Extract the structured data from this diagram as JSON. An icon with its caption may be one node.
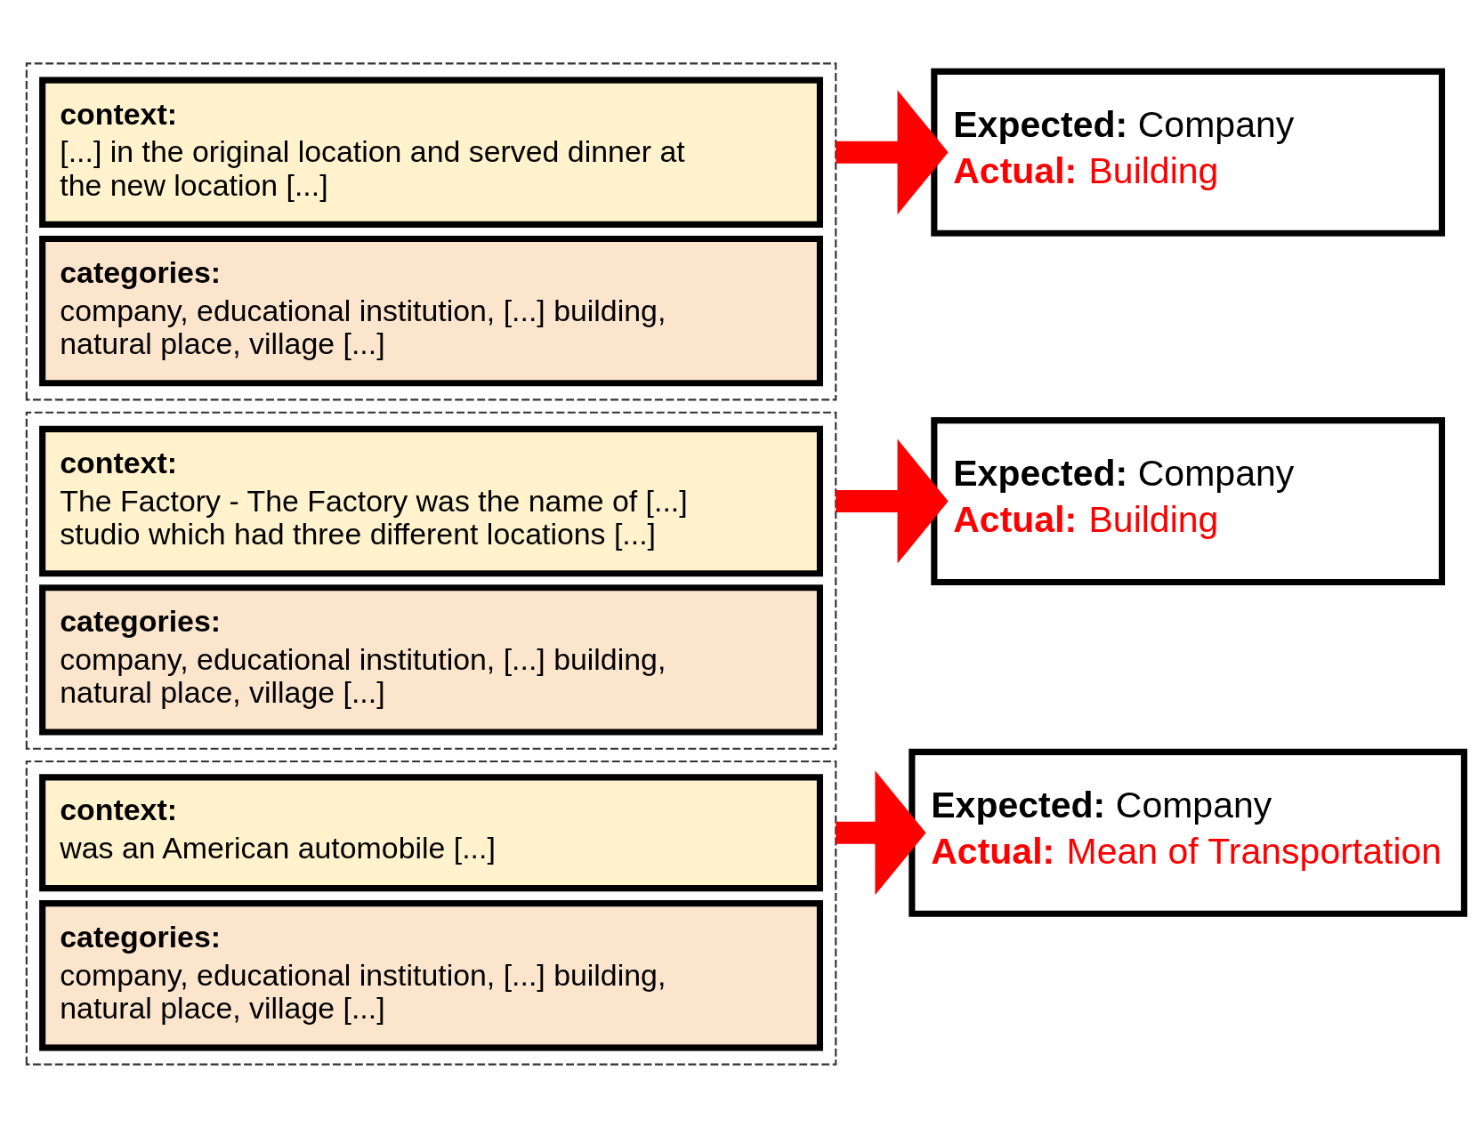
{
  "diagram": {
    "nodes": [
      {
        "text": [],
        "shape": "box"
      },
      {
        "text": [
          "context:",
          "[...] in the original location and served dinner at the new location [...]"
        ],
        "in": 0
      },
      {
        "text": [
          "categories:",
          "company, educational institution, [...] building, natural place, village [...]"
        ],
        "in": 0
      },
      {
        "text": [
          "**Expected:** Company",
          "**Actual:** Building"
        ]
      },
      {
        "text": [],
        "shape": "box"
      },
      {
        "text": [
          "context:",
          "The Factory - The Factory was the name of [...] studio which had three different locations [...]"
        ],
        "in": 4
      },
      {
        "text": [
          "categories:",
          "company, educational institution, [...] building, natural place, village [...]"
        ],
        "in": 4
      },
      {
        "text": [
          "**Expected:** Company",
          "**Actual:** Building"
        ]
      },
      {
        "text": [],
        "shape": "box"
      },
      {
        "text": [
          "context:",
          "was an American automobile [...]"
        ],
        "in": 8
      },
      {
        "text": [
          "categories:",
          "company, educational institution, [...] building, natural place, village [...]"
        ],
        "in": 8
      },
      {
        "text": [
          "**Expected:** Company",
          "**Actual:** Mean of Transportation"
        ]
      }
    ],
    "edges": [
      {
        "from": 0,
        "to": 3,
        "arrow": "to"
      },
      {
        "from": 4,
        "to": 7,
        "arrow": "to"
      },
      {
        "from": 8,
        "to": 11,
        "arrow": "to"
      }
    ]
  }
}
